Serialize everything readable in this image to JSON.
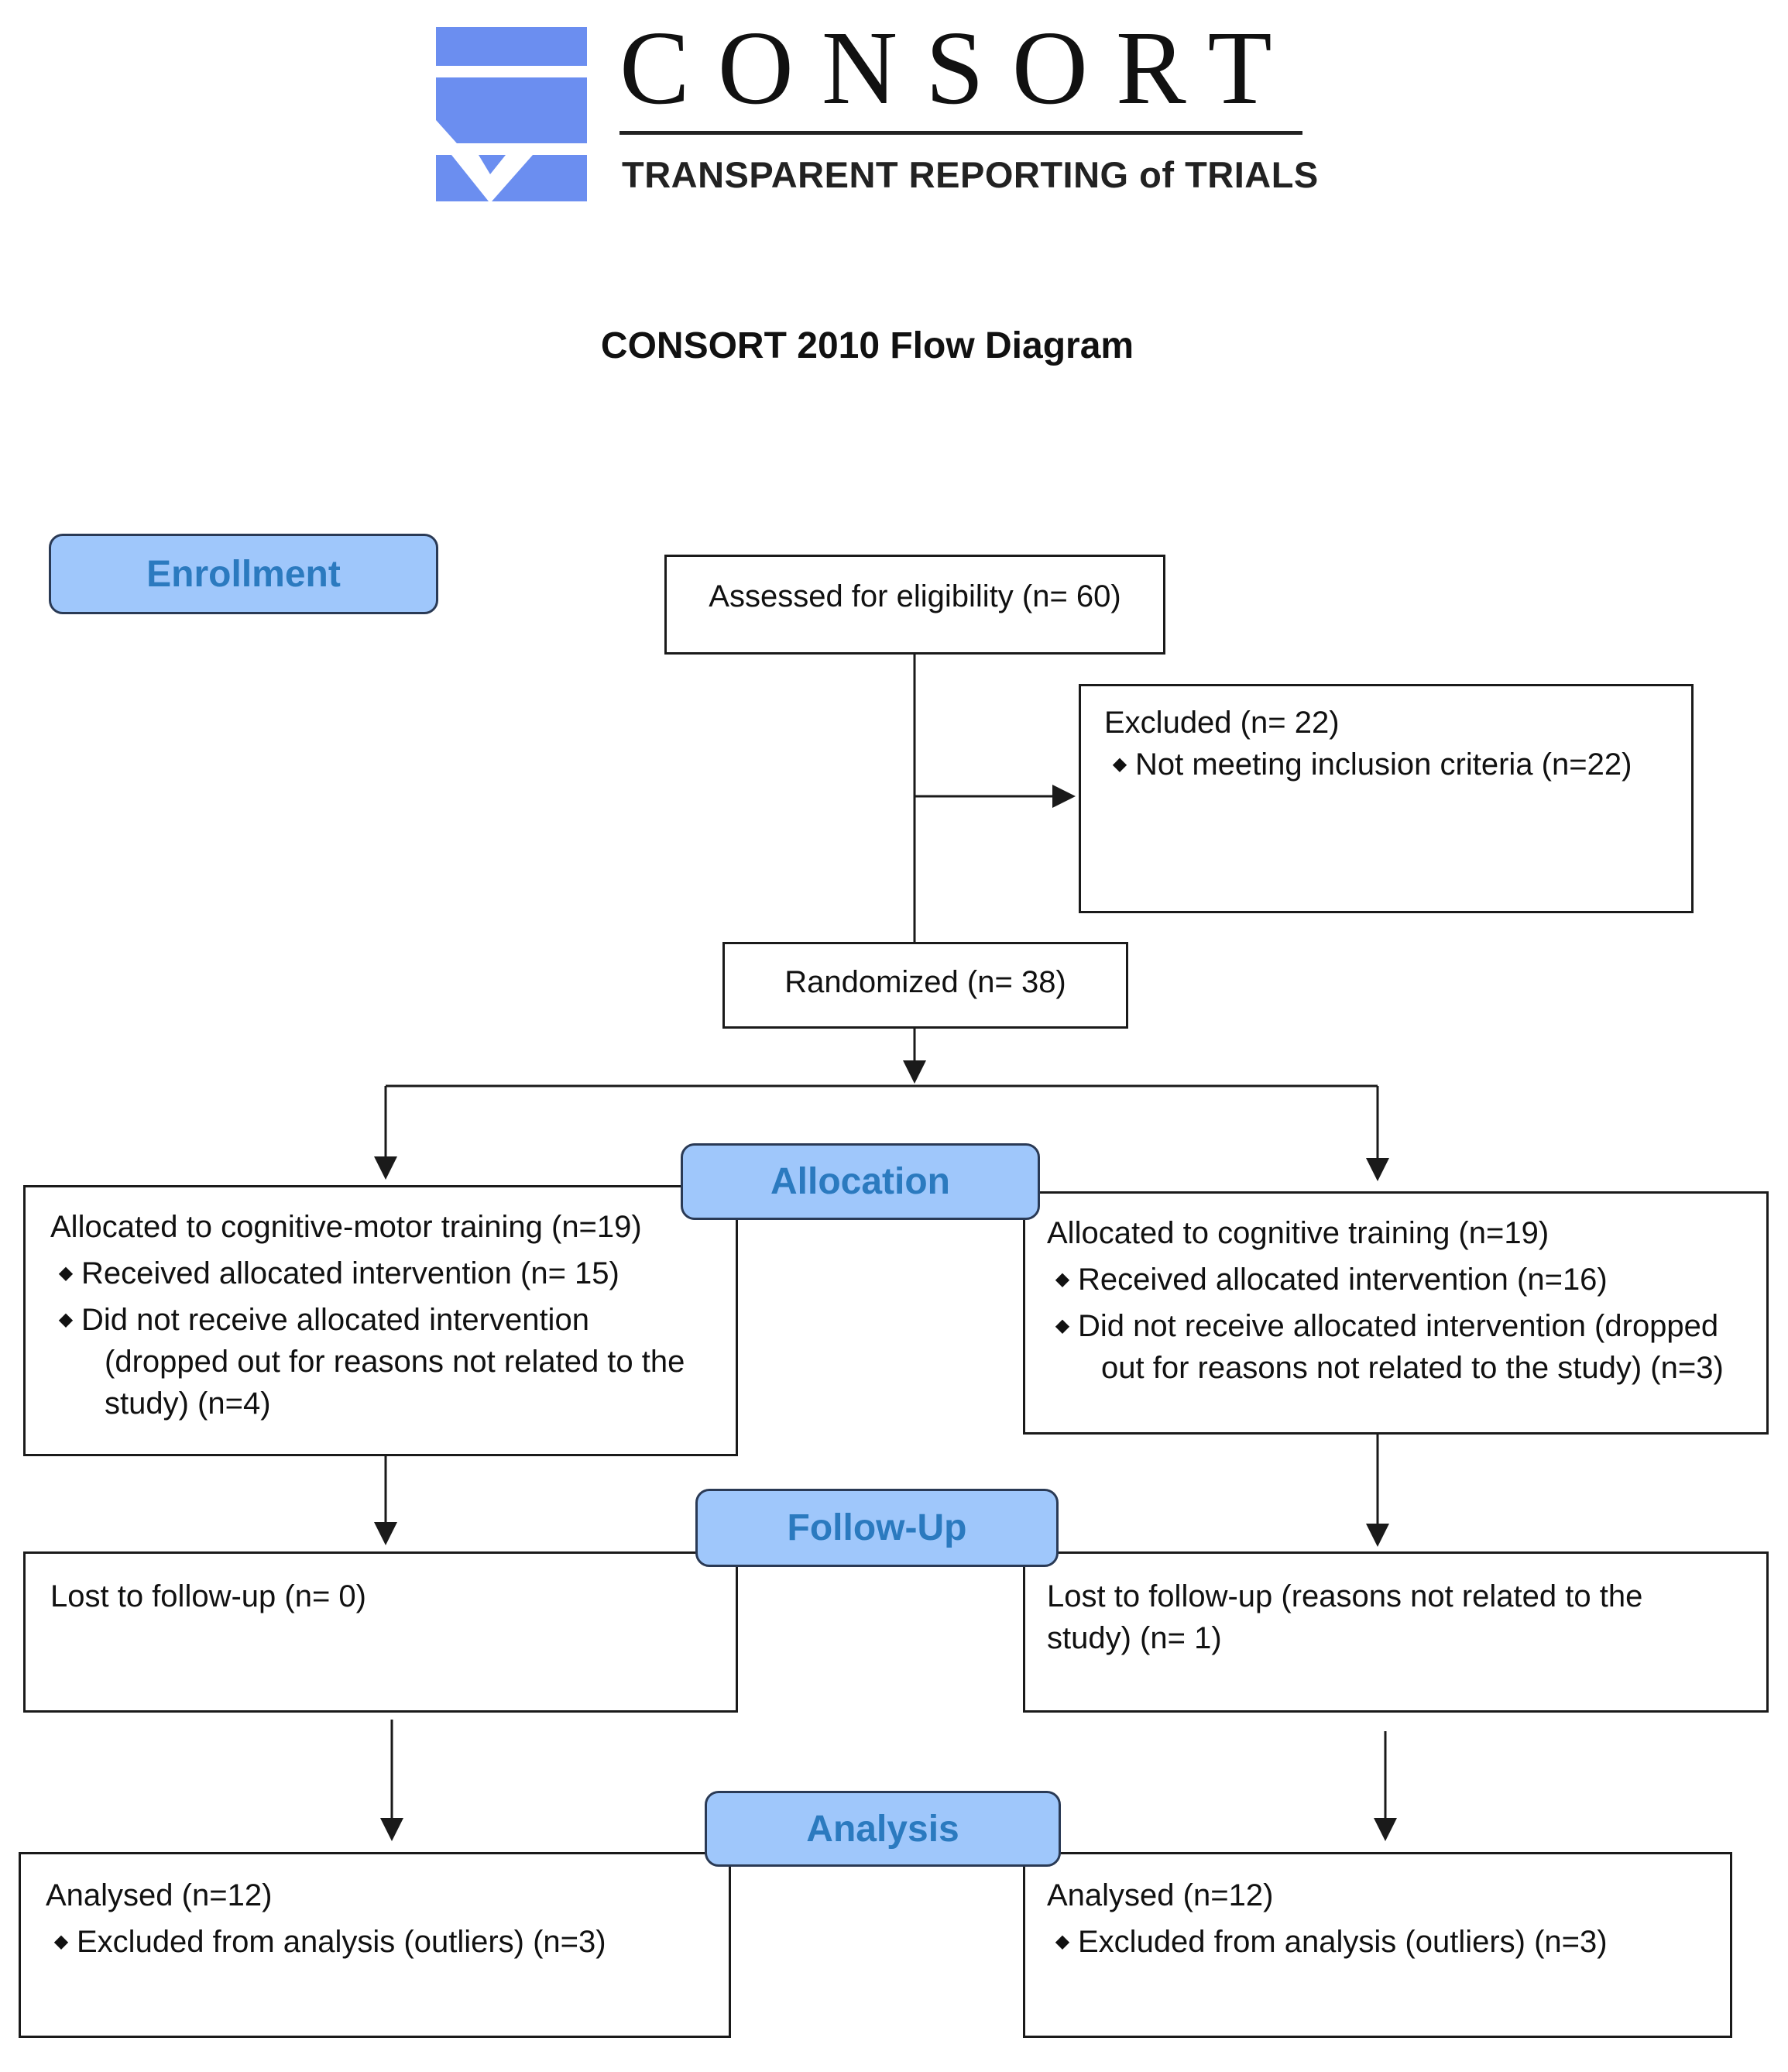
{
  "logo": {
    "wordmark": "CONSORT",
    "tagline": "TRANSPARENT REPORTING of TRIALS",
    "colors": {
      "mark": "#6b8ef0"
    }
  },
  "title": "CONSORT 2010 Flow Diagram",
  "stages": {
    "enrollment": "Enrollment",
    "allocation": "Allocation",
    "followup": "Follow-Up",
    "analysis": "Analysis"
  },
  "boxes": {
    "assessed": "Assessed for eligibility (n= 60)",
    "excluded": {
      "heading": "Excluded (n= 22)",
      "items": [
        "Not meeting inclusion criteria (n=22)"
      ]
    },
    "randomized": "Randomized (n= 38)",
    "alloc_left": {
      "heading": "Allocated to cognitive-motor training (n=19)",
      "item1": "Received allocated intervention (n= 15)",
      "item2_line1": "Did not receive allocated intervention",
      "item2_line2": "(dropped out for reasons not related to the",
      "item2_line3": "study) (n=4)"
    },
    "alloc_right": {
      "heading": "Allocated to cognitive training (n=19)",
      "item1": "Received allocated intervention (n=16)",
      "item2_line1": "Did not receive allocated intervention (dropped",
      "item2_line2": "out for reasons not related to the study) (n=3)"
    },
    "follow_left": "Lost to follow-up (n= 0)",
    "follow_right": {
      "line1": "Lost to follow-up (reasons not related to the",
      "line2": "study) (n= 1)"
    },
    "analysis_left": {
      "heading": "Analysed (n=12)",
      "item1": "Excluded from analysis (outliers) (n=3)"
    },
    "analysis_right": {
      "heading": "Analysed (n=12)",
      "item1": "Excluded from analysis (outliers) (n=3)"
    }
  },
  "colors": {
    "stage_fill": "#9fc7fb",
    "stage_text": "#2b7abf",
    "line": "#1a1a1a"
  }
}
